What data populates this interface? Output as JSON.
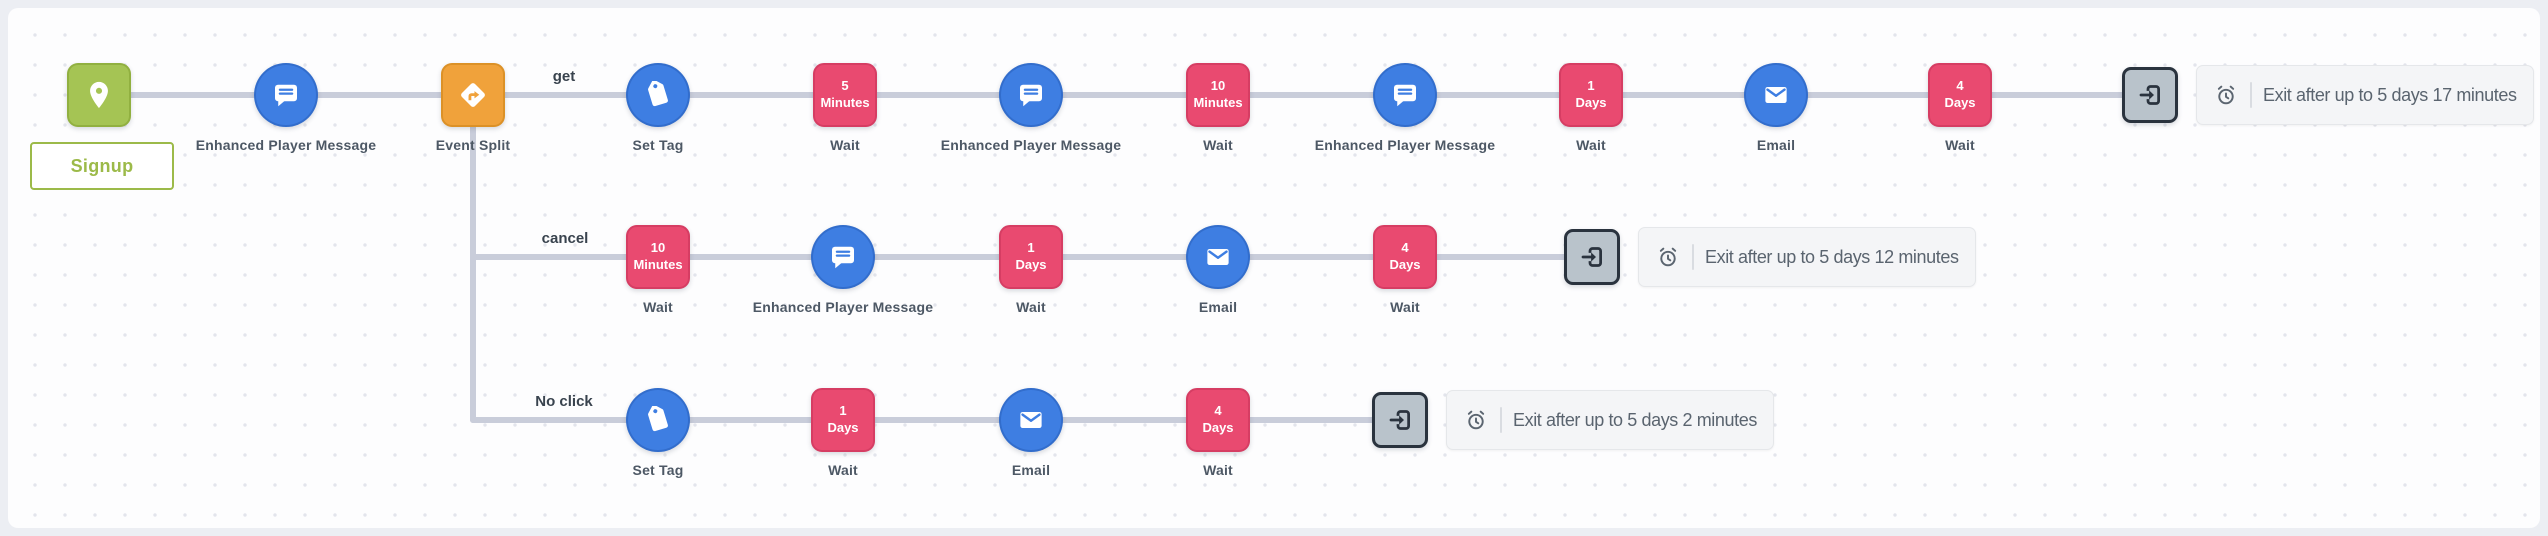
{
  "colors": {
    "page_bg": "#eceef3",
    "canvas_bg": "#fdfdfe",
    "grid_dot": "#e3e5ec",
    "connector": "#c9cdda",
    "node_blue": "#3e7ee2",
    "node_pink": "#e94a70",
    "node_pink_border": "#d63d63",
    "node_green": "#a5c454",
    "node_orange": "#f0a23b",
    "exit_bg": "#b9c3cb",
    "exit_border": "#2a333e",
    "label": "#4d5865",
    "branch_label": "#39434e",
    "panel_bg": "#f4f5f7",
    "panel_border": "#e5e7ea",
    "panel_text": "#5a646f",
    "badge_green": "#9cba49"
  },
  "trigger": {
    "badge": "Signup"
  },
  "path": {
    "message1": "Enhanced Player Message",
    "split": "Event Split"
  },
  "branches": {
    "get": {
      "label": "get",
      "nodes": {
        "set_tag": "Set Tag",
        "wait1": {
          "value": "5",
          "unit": "Minutes",
          "label": "Wait"
        },
        "message1": "Enhanced Player Message",
        "wait2": {
          "value": "10",
          "unit": "Minutes",
          "label": "Wait"
        },
        "message2": "Enhanced Player Message",
        "wait3": {
          "value": "1",
          "unit": "Days",
          "label": "Wait"
        },
        "email": "Email",
        "wait4": {
          "value": "4",
          "unit": "Days",
          "label": "Wait"
        }
      },
      "exit_note": "Exit after up to 5 days 17 minutes"
    },
    "cancel": {
      "label": "cancel",
      "nodes": {
        "wait1": {
          "value": "10",
          "unit": "Minutes",
          "label": "Wait"
        },
        "message1": "Enhanced Player Message",
        "wait2": {
          "value": "1",
          "unit": "Days",
          "label": "Wait"
        },
        "email": "Email",
        "wait3": {
          "value": "4",
          "unit": "Days",
          "label": "Wait"
        }
      },
      "exit_note": "Exit after up to 5 days 12 minutes"
    },
    "no_click": {
      "label": "No click",
      "nodes": {
        "set_tag": "Set Tag",
        "wait1": {
          "value": "1",
          "unit": "Days",
          "label": "Wait"
        },
        "email": "Email",
        "wait2": {
          "value": "4",
          "unit": "Days",
          "label": "Wait"
        }
      },
      "exit_note": "Exit after up to 5 days 2 minutes"
    }
  }
}
